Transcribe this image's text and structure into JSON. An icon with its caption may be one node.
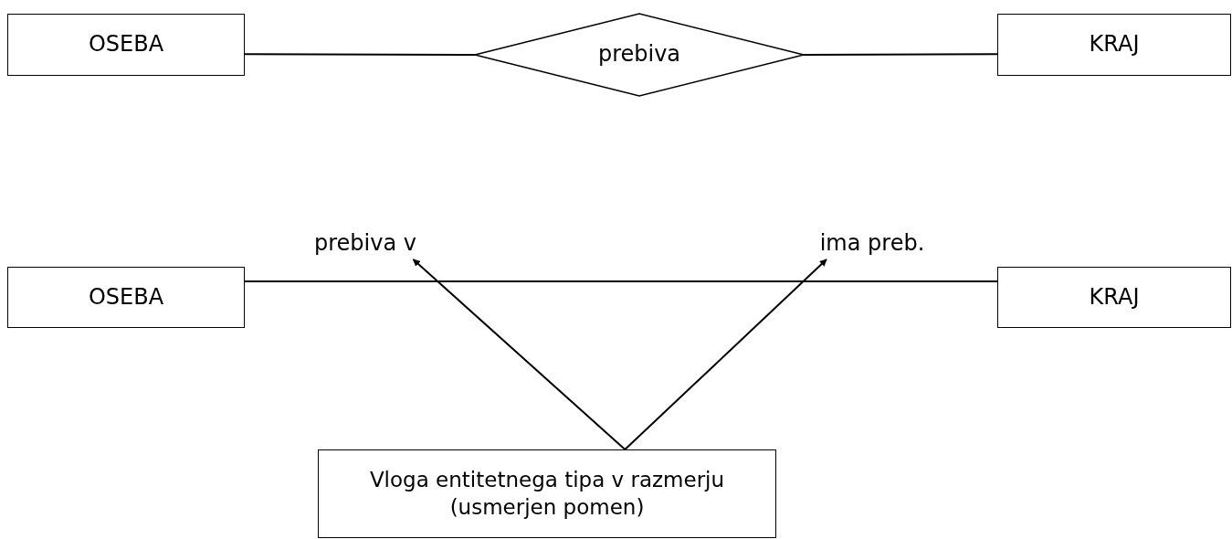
{
  "diagram": {
    "nodes": [
      {
        "text": [
          "OSEBA"
        ]
      },
      {
        "text": [
          "prebiva"
        ]
      },
      {
        "text": [
          "KRAJ"
        ]
      },
      {
        "text": [
          "OSEBA"
        ]
      },
      {
        "text": [
          "KRAJ"
        ]
      },
      {
        "text": [
          "prebiva v"
        ]
      },
      {
        "text": [
          "ima preb."
        ]
      },
      {
        "text": [
          "Vloga entitetnega tipa v razmerju (usmerjen pomen)"
        ]
      }
    ],
    "edges": [
      {
        "from": 0,
        "to": 1,
        "arrow": "none"
      },
      {
        "from": 1,
        "to": 2,
        "arrow": "none"
      },
      {
        "from": 3,
        "to": 4,
        "arrow": "none"
      },
      {
        "from": 7,
        "to": 5,
        "arrow": "to"
      },
      {
        "from": 7,
        "to": 6,
        "arrow": "to"
      }
    ]
  }
}
